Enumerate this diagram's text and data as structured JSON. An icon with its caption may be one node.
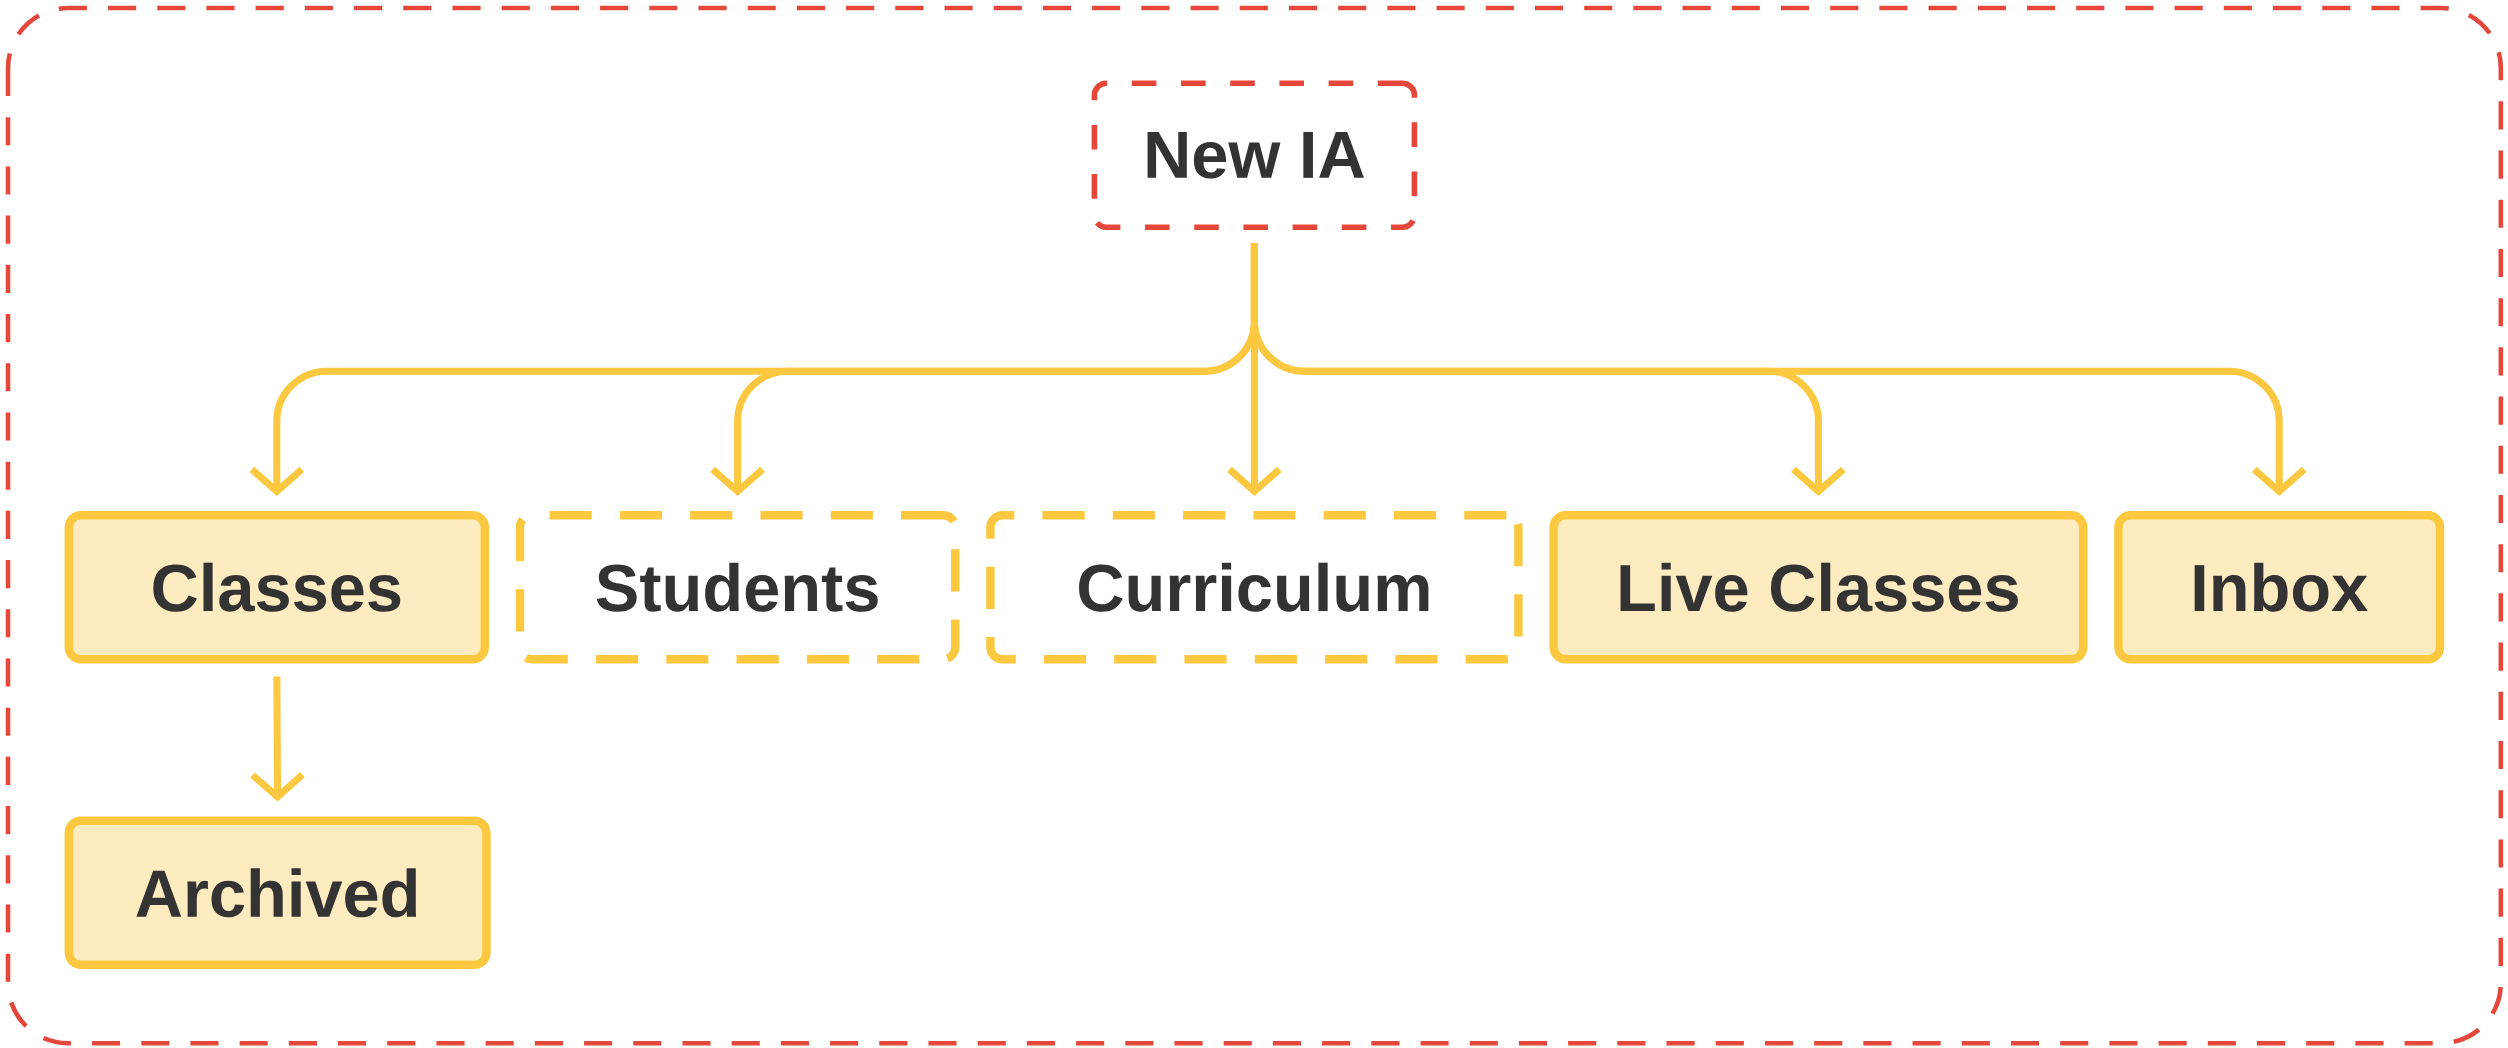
{
  "diagram": {
    "nodes": [
      {
        "text": [
          "New IA"
        ]
      },
      {
        "text": [
          "Classes"
        ]
      },
      {
        "text": [
          "Students"
        ]
      },
      {
        "text": [
          "Curriculum"
        ]
      },
      {
        "text": [
          "Live Classes"
        ]
      },
      {
        "text": [
          "Inbox"
        ]
      },
      {
        "text": [
          "Archived"
        ]
      }
    ],
    "edges": [
      {
        "from": 0,
        "to": 1,
        "arrow": "to"
      },
      {
        "from": 0,
        "to": 2,
        "arrow": "to"
      },
      {
        "from": 0,
        "to": 3,
        "arrow": "to"
      },
      {
        "from": 0,
        "to": 4,
        "arrow": "to"
      },
      {
        "from": 0,
        "to": 5,
        "arrow": "to"
      },
      {
        "from": 1,
        "to": 6,
        "arrow": "to"
      }
    ]
  }
}
